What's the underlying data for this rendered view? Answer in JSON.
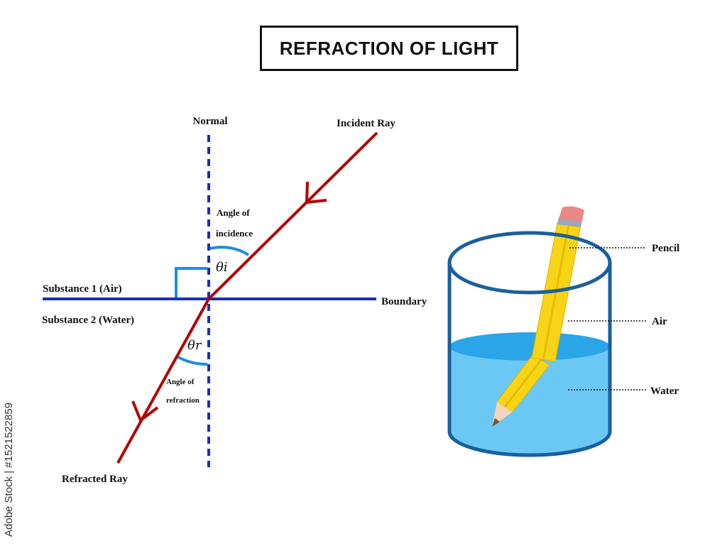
{
  "title": "REFRACTION OF LIGHT",
  "watermark": "Adobe Stock | #1521522859",
  "refraction_diagram": {
    "normal_label": "Normal",
    "incident_ray_label": "Incident Ray",
    "refracted_ray_label": "Refracted Ray",
    "boundary_label": "Boundary",
    "substance1_label": "Substance 1 (Air)",
    "substance2_label": "Substance 2 (Water)",
    "angle_incidence_line1": "Angle of",
    "angle_incidence_line2": "incidence",
    "angle_refraction_line1": "Angle of",
    "angle_refraction_line2": "refraction",
    "theta_i": "θi",
    "theta_r": "θr"
  },
  "beaker_diagram": {
    "pencil_label": "Pencil",
    "air_label": "Air",
    "water_label": "Water"
  },
  "colors": {
    "ray": "#b30000",
    "boundary": "#1a2fb5",
    "normal": "#1a2fb5",
    "angle_arc": "#1a8fe0",
    "right_angle": "#1a8fe0",
    "glass_outline": "#1a5f9e",
    "water": "#6bc8f5",
    "water_surface": "#2aa5e8",
    "pencil_body": "#f7d417",
    "pencil_eraser": "#e98985",
    "pencil_ferrule": "#9aa8b8",
    "pencil_tip": "#f6d4b8"
  }
}
